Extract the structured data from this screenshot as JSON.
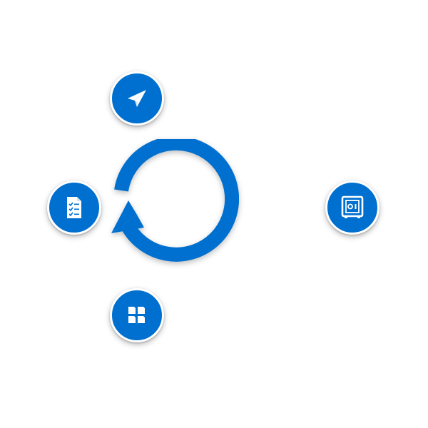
{
  "colors": {
    "accent": "#0070d0",
    "node_border": "#ffffff",
    "icon": "#ffffff"
  },
  "center": {
    "icon": "refresh-cycle-icon"
  },
  "nodes": [
    {
      "id": "send",
      "icon": "paper-plane-icon"
    },
    {
      "id": "checklist",
      "icon": "checklist-document-icon"
    },
    {
      "id": "modules",
      "icon": "document-grid-icon"
    },
    {
      "id": "safe",
      "icon": "safe-vault-icon"
    }
  ]
}
